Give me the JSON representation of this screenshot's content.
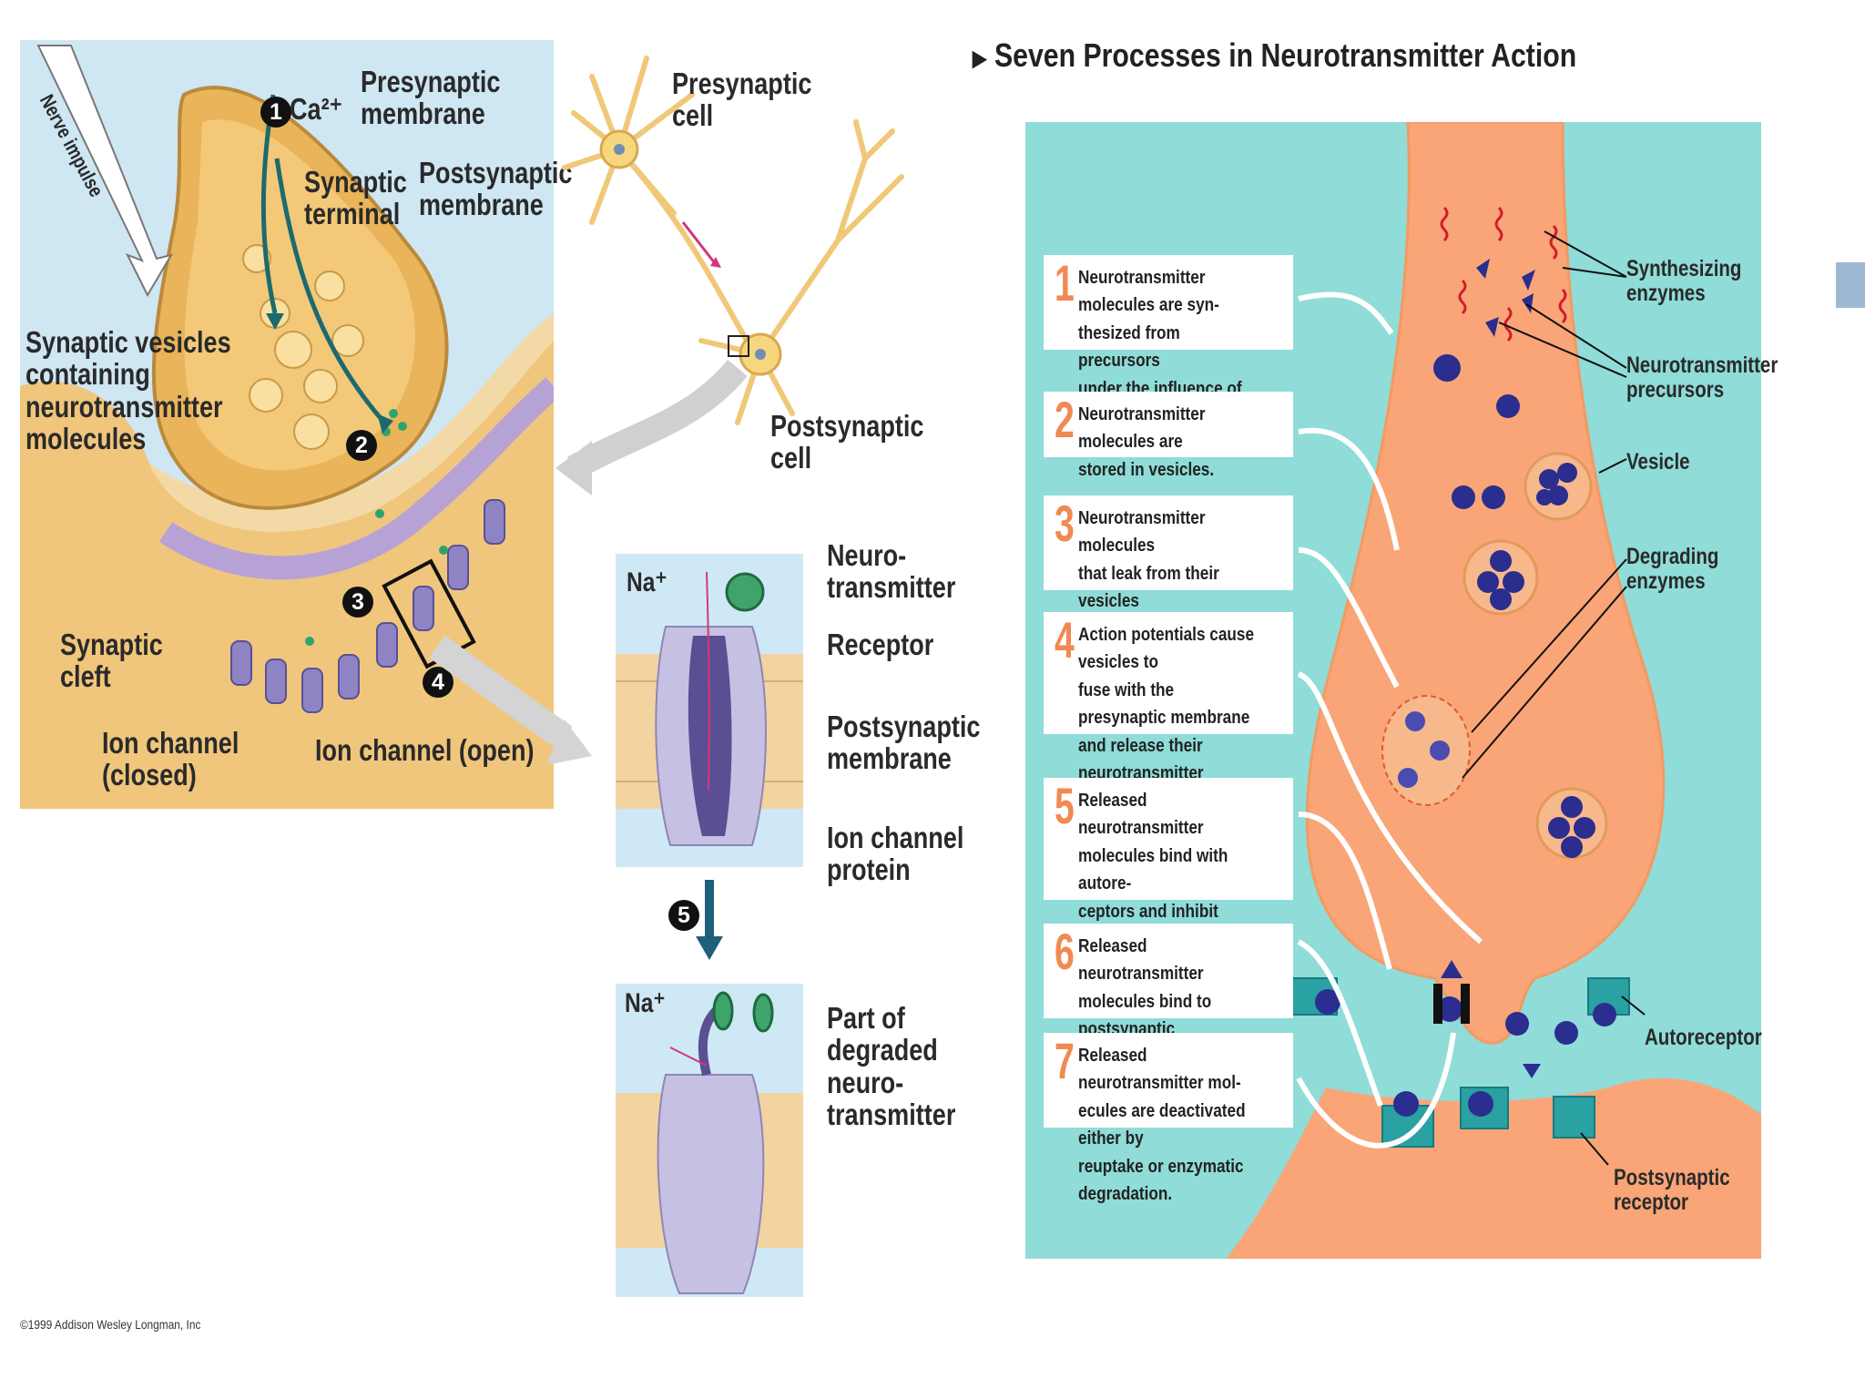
{
  "synapse": {
    "nerve_impulse": "Nerve impulse",
    "ca_ion": "Ca²⁺",
    "step1": "1",
    "step2": "2",
    "step3": "3",
    "step4": "4",
    "step5": "5",
    "presynaptic_membrane": "Presynaptic\nmembrane",
    "synaptic_terminal": "Synaptic\nterminal",
    "postsynaptic_membrane": "Postsynaptic\nmembrane",
    "synaptic_vesicles": "Synaptic vesicles\ncontaining\nneurotransmitter\nmolecules",
    "synaptic_cleft": "Synaptic\ncleft",
    "ion_channel_closed": "Ion channel\n(closed)",
    "ion_channel_open": "Ion channel (open)"
  },
  "neurons": {
    "presynaptic_cell": "Presynaptic\ncell",
    "postsynaptic_cell": "Postsynaptic\ncell"
  },
  "channel": {
    "na_top": "Na⁺",
    "na_bottom": "Na⁺",
    "neurotransmitter": "Neuro-\ntransmitter",
    "receptor": "Receptor",
    "postsynaptic_membrane": "Postsynaptic\nmembrane",
    "ion_channel_protein": "Ion channel\nprotein",
    "degraded": "Part of\ndegraded\nneuro-\ntransmitter"
  },
  "copyright": "©1999 Addison Wesley Longman, Inc",
  "right_panel": {
    "title": "Seven Processes in Neurotransmitter Action",
    "steps": [
      {
        "num": "1",
        "text": "Neurotransmitter molecules are syn-\nthesized from precursors\nunder the influence of enzymes."
      },
      {
        "num": "2",
        "text": "Neurotransmitter molecules are\nstored in vesicles."
      },
      {
        "num": "3",
        "text": "Neurotransmitter molecules\nthat leak from their vesicles\nare destroyed by enzymes."
      },
      {
        "num": "4",
        "text": "Action potentials cause vesicles to\nfuse with the presynaptic membrane\nand release their neurotransmitter\nmolecules into the synapse."
      },
      {
        "num": "5",
        "text": "Released neurotransmitter\nmolecules bind with autore-\nceptors and inhibit subsequent\nneurotransmitter release."
      },
      {
        "num": "6",
        "text": "Released neurotransmitter\nmolecules bind to postsynaptic\nreceptors."
      },
      {
        "num": "7",
        "text": "Released neurotransmitter mol-\necules are deactivated either by\nreuptake or enzymatic degradation."
      }
    ],
    "labels": {
      "synthesizing_enzymes": "Synthesizing\nenzymes",
      "precursors": "Neurotransmitter\nprecursors",
      "vesicle": "Vesicle",
      "degrading_enzymes": "Degrading\nenzymes",
      "autoreceptor": "Autoreceptor",
      "postsynaptic_receptor": "Postsynaptic\nreceptor"
    }
  },
  "colors": {
    "terminal": "#f5c977",
    "cleft_bg": "#cfe8f5",
    "right_bg": "#8fdcd8",
    "neuron_orange": "#f9a578",
    "vesicle_blue": "#2b2d8f",
    "receptor_teal": "#2aa1a3",
    "step_num": "#f08a52"
  }
}
